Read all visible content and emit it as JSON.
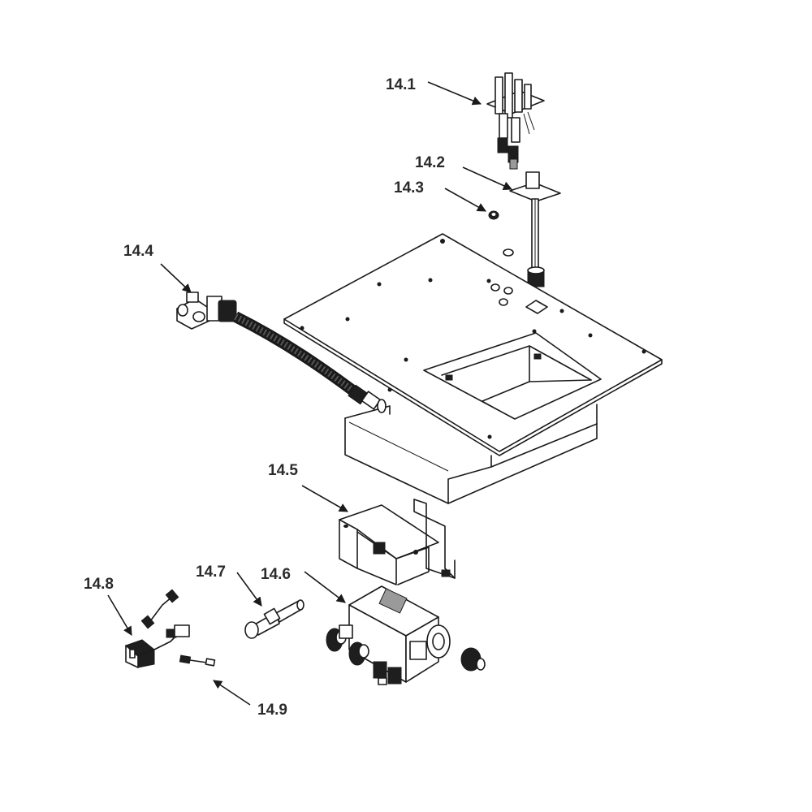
{
  "callouts": {
    "c14_1": "14.1",
    "c14_2": "14.2",
    "c14_3": "14.3",
    "c14_4": "14.4",
    "c14_5": "14.5",
    "c14_6": "14.6",
    "c14_7": "14.7",
    "c14_8": "14.8",
    "c14_9": "14.9"
  },
  "colors": {
    "line": "#1a1a1a",
    "label": "#2b2b2b",
    "background": "#ffffff"
  }
}
